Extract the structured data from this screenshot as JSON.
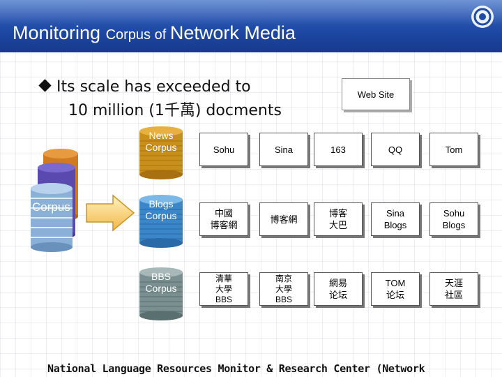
{
  "slide": {
    "title_parts": [
      {
        "text": "Monitoring ",
        "size": "big"
      },
      {
        "text": "Corpus of ",
        "size": "small"
      },
      {
        "text": "Network Media",
        "size": "big"
      }
    ],
    "bullet_line1": "Its scale has exceeded to",
    "bullet_line2": "10 million (1千萬) docments",
    "web_site_label": "Web Site",
    "big_corpus_label": "Corpus",
    "footer": "National Language Resources Monitor & Research Center (Network"
  },
  "colors": {
    "header_blue": "#1f4aa6",
    "news_gold": "#c8901a",
    "blogs_blue": "#3a86c8",
    "bbs_gray": "#7a8f8f",
    "big_cyl_front": "#8ab0d8",
    "big_cyl_mid": "#5a4ab0",
    "big_cyl_back": "#d07a22"
  },
  "corpora": [
    {
      "label": "News\nCorpus",
      "key": "news"
    },
    {
      "label": "Blogs\nCorpus",
      "key": "blogs"
    },
    {
      "label": "BBS\nCorpus",
      "key": "bbs"
    }
  ],
  "rows": [
    [
      "Sohu",
      "Sina",
      "163",
      "QQ",
      "Tom"
    ],
    [
      "中國\n博客網",
      "博客網",
      "博客\n大巴",
      "Sina\nBlogs",
      "Sohu\nBlogs"
    ],
    [
      "清華\n大學\nBBS",
      "南京\n大學\nBBS",
      "網易\n论坛",
      "TOM\n论坛",
      "天涯\n社區"
    ]
  ]
}
